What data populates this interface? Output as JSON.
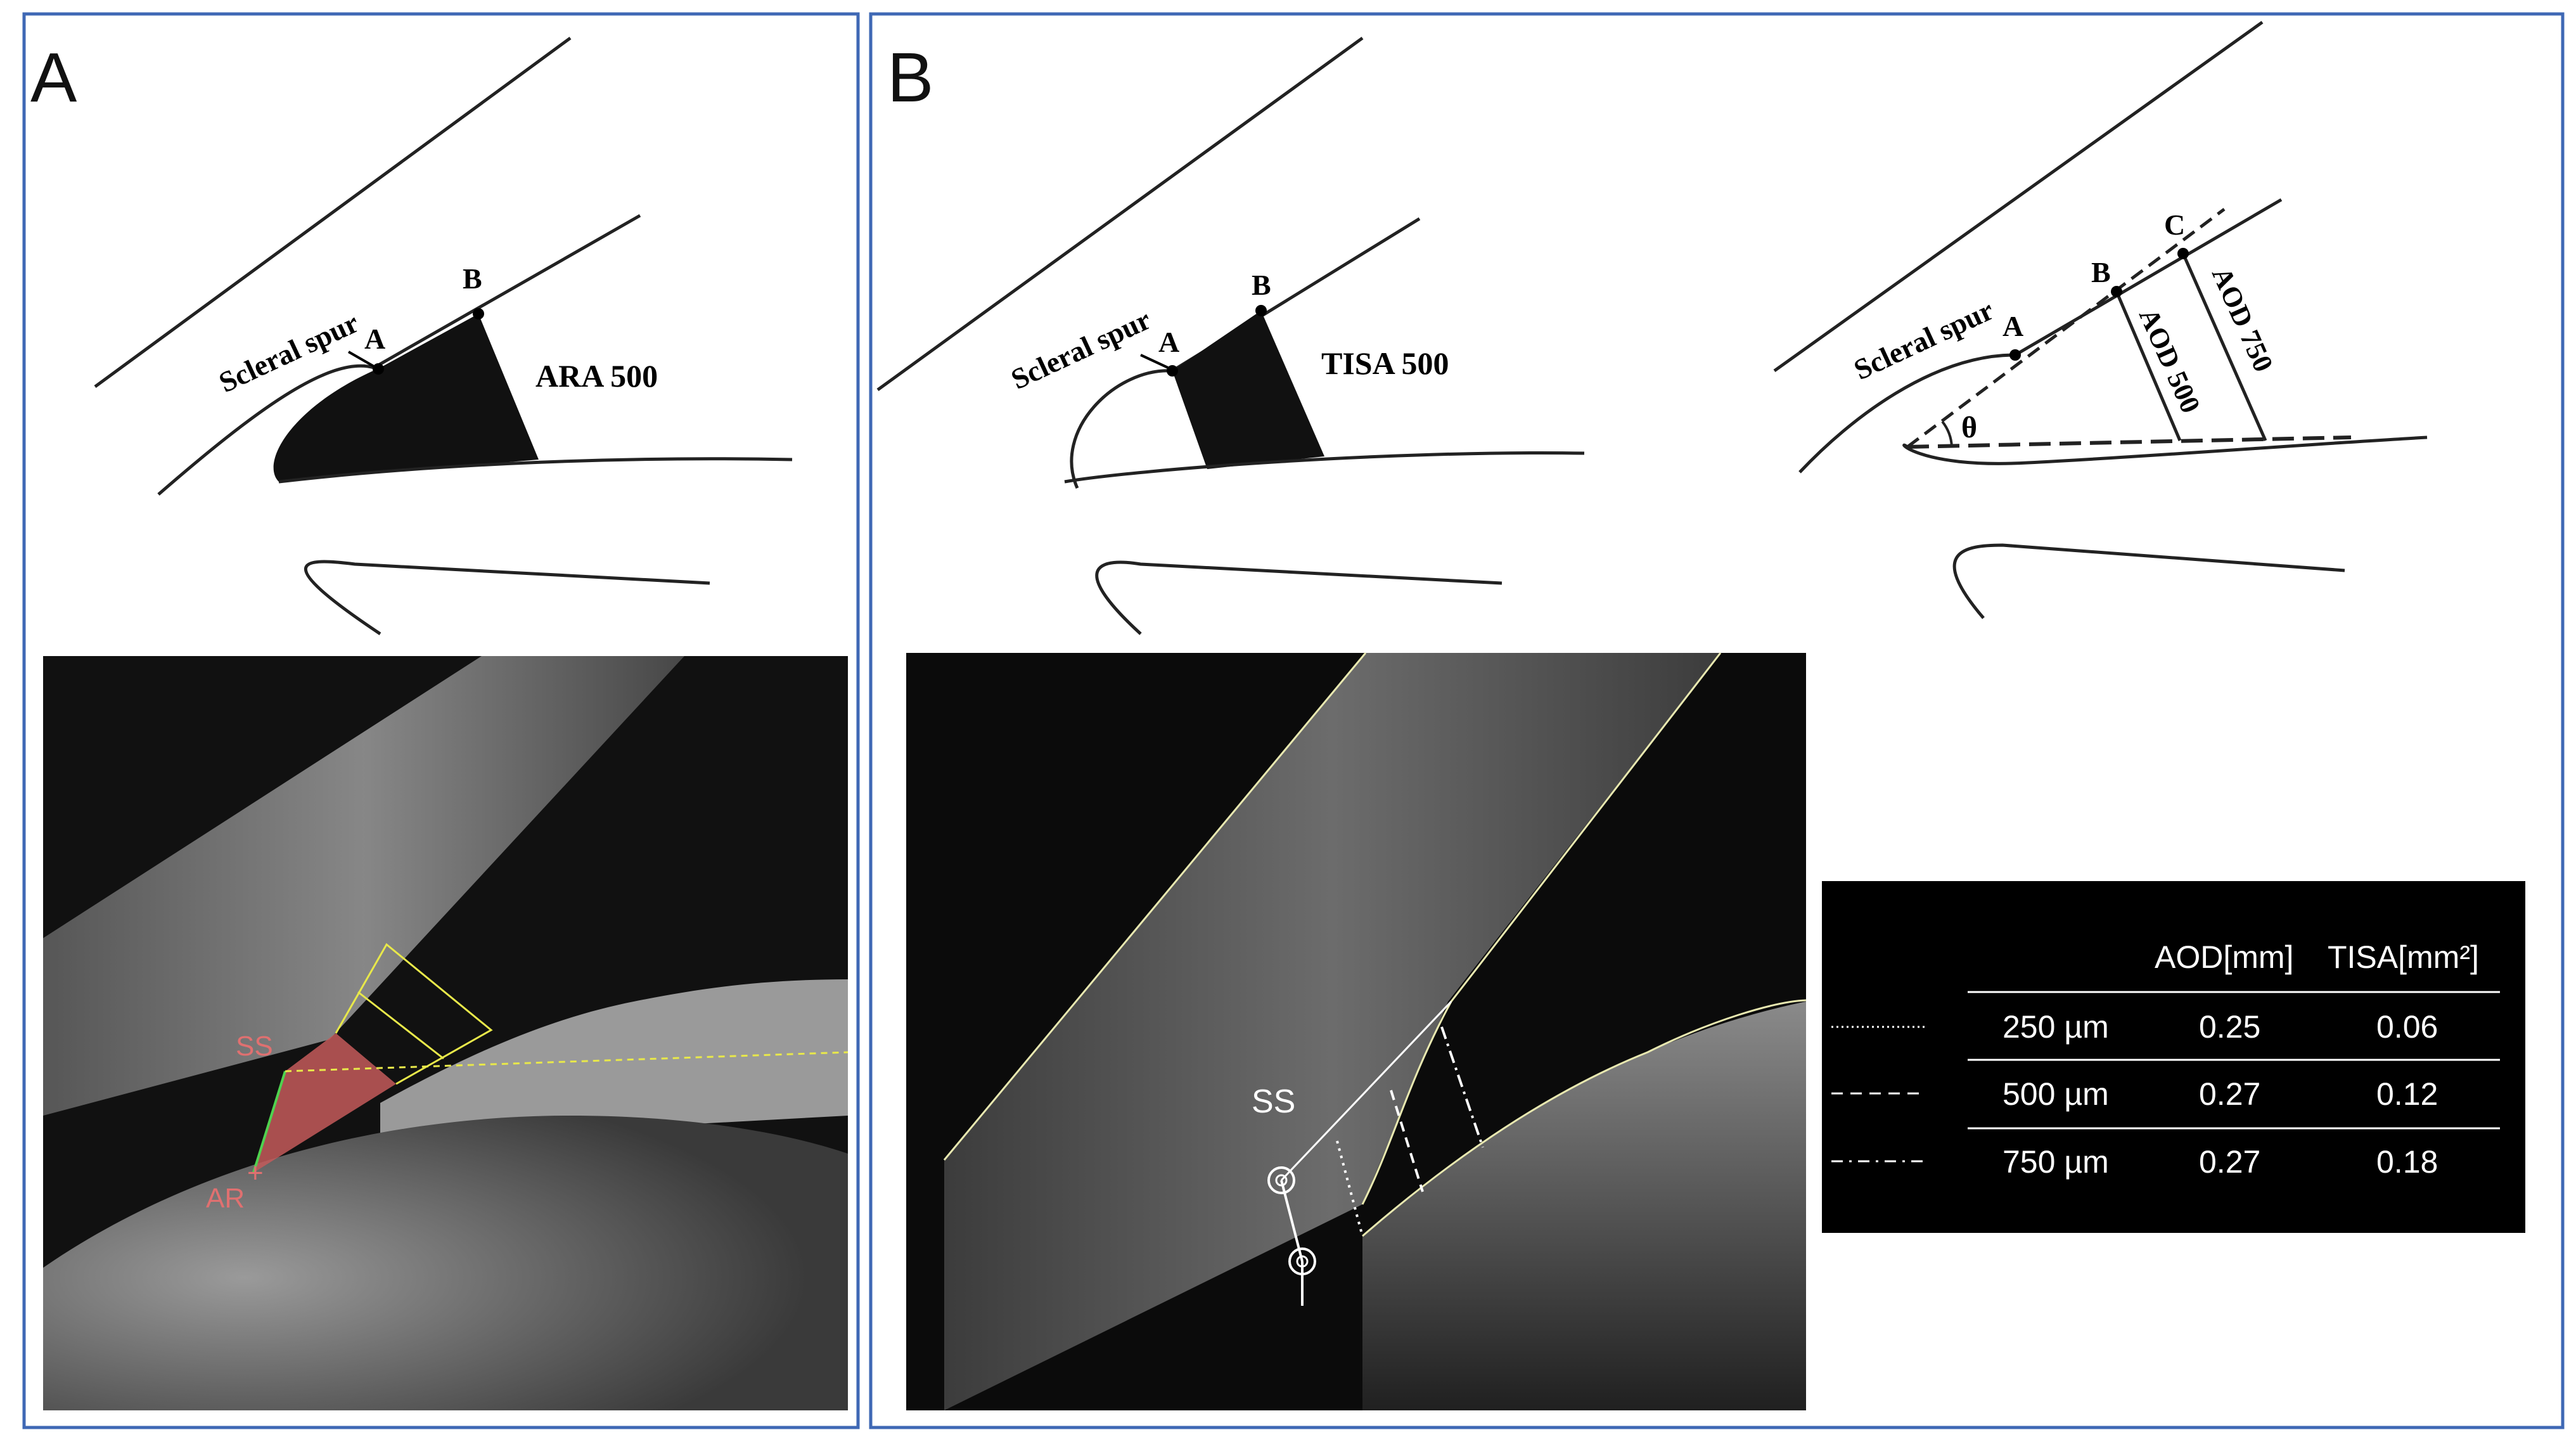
{
  "panels": [
    {
      "letter": "A",
      "schematic": {
        "scleral_spur": "Scleral spur",
        "point_a": "A",
        "point_b": "B",
        "measure": "ARA 500"
      },
      "oct": {
        "ss": "SS",
        "ar": "AR"
      }
    },
    {
      "letter": "B",
      "schematic_tisa": {
        "scleral_spur": "Scleral spur",
        "point_a": "A",
        "point_b": "B",
        "measure": "TISA 500"
      },
      "schematic_aod": {
        "scleral_spur": "Scleral spur",
        "point_a": "A",
        "point_b": "B",
        "point_c": "C",
        "aod500": "AOD 500",
        "aod750": "AOD 750",
        "angle": "θ"
      },
      "oct": {
        "ss": "SS"
      }
    }
  ],
  "table": {
    "headers": [
      "AOD[mm]",
      "TISA[mm²]"
    ],
    "rows": [
      {
        "line_style": "dotted",
        "distance": "250 µm",
        "aod": "0.25",
        "tisa": "0.06"
      },
      {
        "line_style": "dashed",
        "distance": "500 µm",
        "aod": "0.27",
        "tisa": "0.12"
      },
      {
        "line_style": "dash-dot",
        "distance": "750 µm",
        "aod": "0.27",
        "tisa": "0.18"
      }
    ]
  },
  "colors": {
    "frame": "#3f68b5",
    "ara_fill": "#c45a5a",
    "oct_label": "#e07070",
    "yellow_lines": "#e8e84a"
  }
}
